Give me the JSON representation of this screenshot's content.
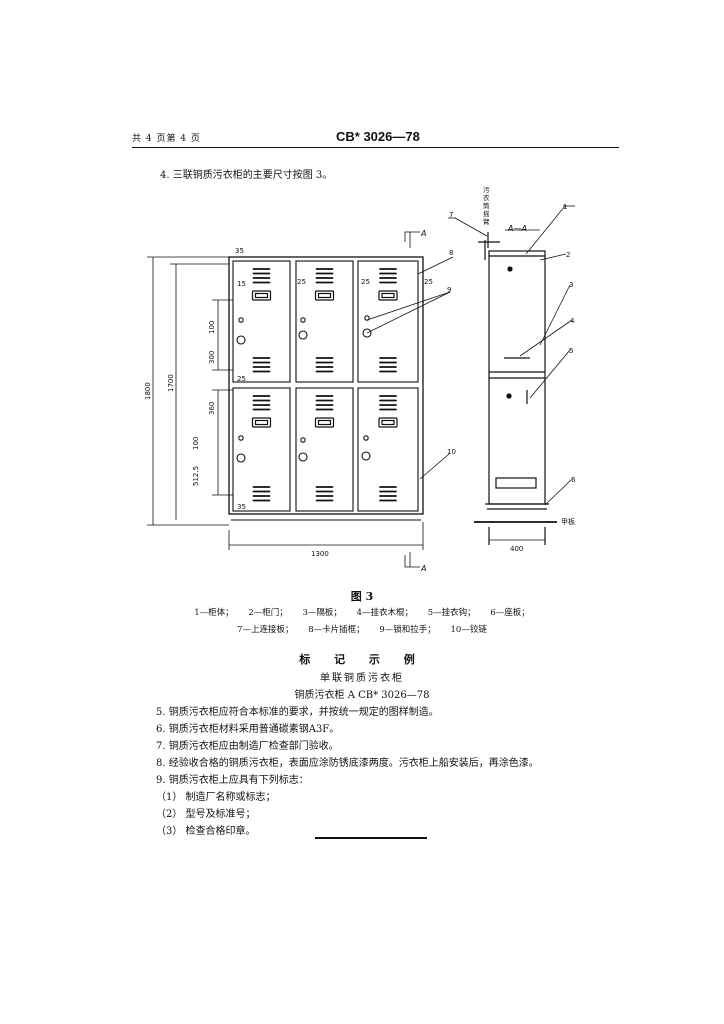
{
  "header": {
    "page_info": "共 4 页第 4 页",
    "standard_code": "CB* 3026—78"
  },
  "item4": "4. 三联铜质污衣柜的主要尺寸按图 3。",
  "figure": {
    "dims": {
      "d35_top": "35",
      "d15": "15",
      "d25_a": "25",
      "d25_b": "25",
      "d25_c": "25",
      "d100_top": "100",
      "d300": "300",
      "d25_mid": "25",
      "d1700": "1700",
      "d1800": "1800",
      "d360": "360",
      "d100_low": "100",
      "d512": "512.5",
      "d35_bottom": "35",
      "d1300": "1300",
      "d400": "400"
    },
    "section_letter_top": "A",
    "section_letter_bottom": "A",
    "section_view_label": "A—A",
    "vertical_note": [
      "污",
      "衣",
      "筒",
      "摇",
      "臂"
    ],
    "callouts": [
      "1",
      "2",
      "3",
      "4",
      "5",
      "6",
      "7",
      "8",
      "9",
      "10"
    ],
    "floor_label": "甲板",
    "title": "图 3",
    "legend_row1": [
      "1—柜体；",
      "2—柜门；",
      "3—隔板；",
      "4—挂衣木棍；",
      "5—挂衣钩；",
      "6—座板；"
    ],
    "legend_row2": [
      "7—上连接板；",
      "8—卡片插框；",
      "9—锁和拉手；",
      "10—铰链"
    ]
  },
  "marking": {
    "section_title": "标 记 示 例",
    "line1": "单联铜质污衣柜",
    "line2": "铜质污衣柜  A  CB* 3026—78"
  },
  "clauses": [
    "5. 铜质污衣柜应符合本标准的要求，并按统一规定的图样制造。",
    "6. 铜质污衣柜材料采用普通碳素钢A3F。",
    "7. 铜质污衣柜应由制造厂检查部门验收。",
    "8. 经验收合格的铜质污衣柜，表面应涂防锈底漆两度。污衣柜上船安装后，再涂色漆。",
    "9. 铜质污衣柜上应具有下列标志：",
    "（1） 制造厂名称或标志；",
    "（2） 型号及标准号；",
    "（3） 检查合格印章。"
  ]
}
